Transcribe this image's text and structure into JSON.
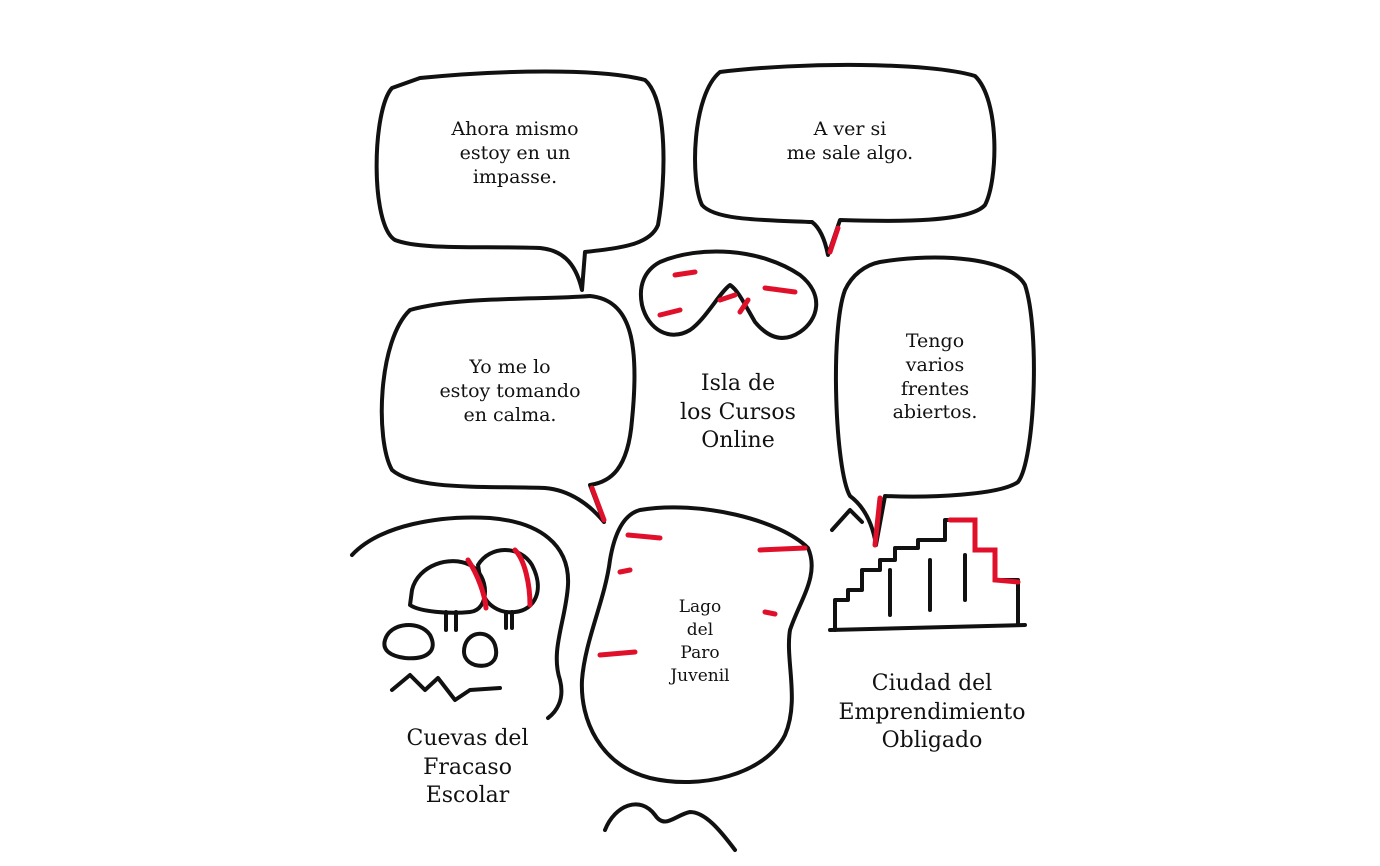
{
  "speech_bubbles": {
    "impasse": "Ahora mismo\nestoy en un\nimpasse.",
    "sale_algo": "A ver si\nme sale algo.",
    "calma": "Yo me lo\nestoy tomando\nen calma.",
    "frentes": "Tengo\nvarios\nfrentes\nabiertos."
  },
  "map_labels": {
    "isla": "Isla de\nlos Cursos\nOnline",
    "lago": "Lago\ndel\nParo\nJuvenil",
    "cuevas": "Cuevas del\nFracaso\nEscolar",
    "ciudad": "Ciudad del\nEmprendimiento\nObligado"
  },
  "colors": {
    "ink": "#111111",
    "accent": "#e0102a"
  }
}
